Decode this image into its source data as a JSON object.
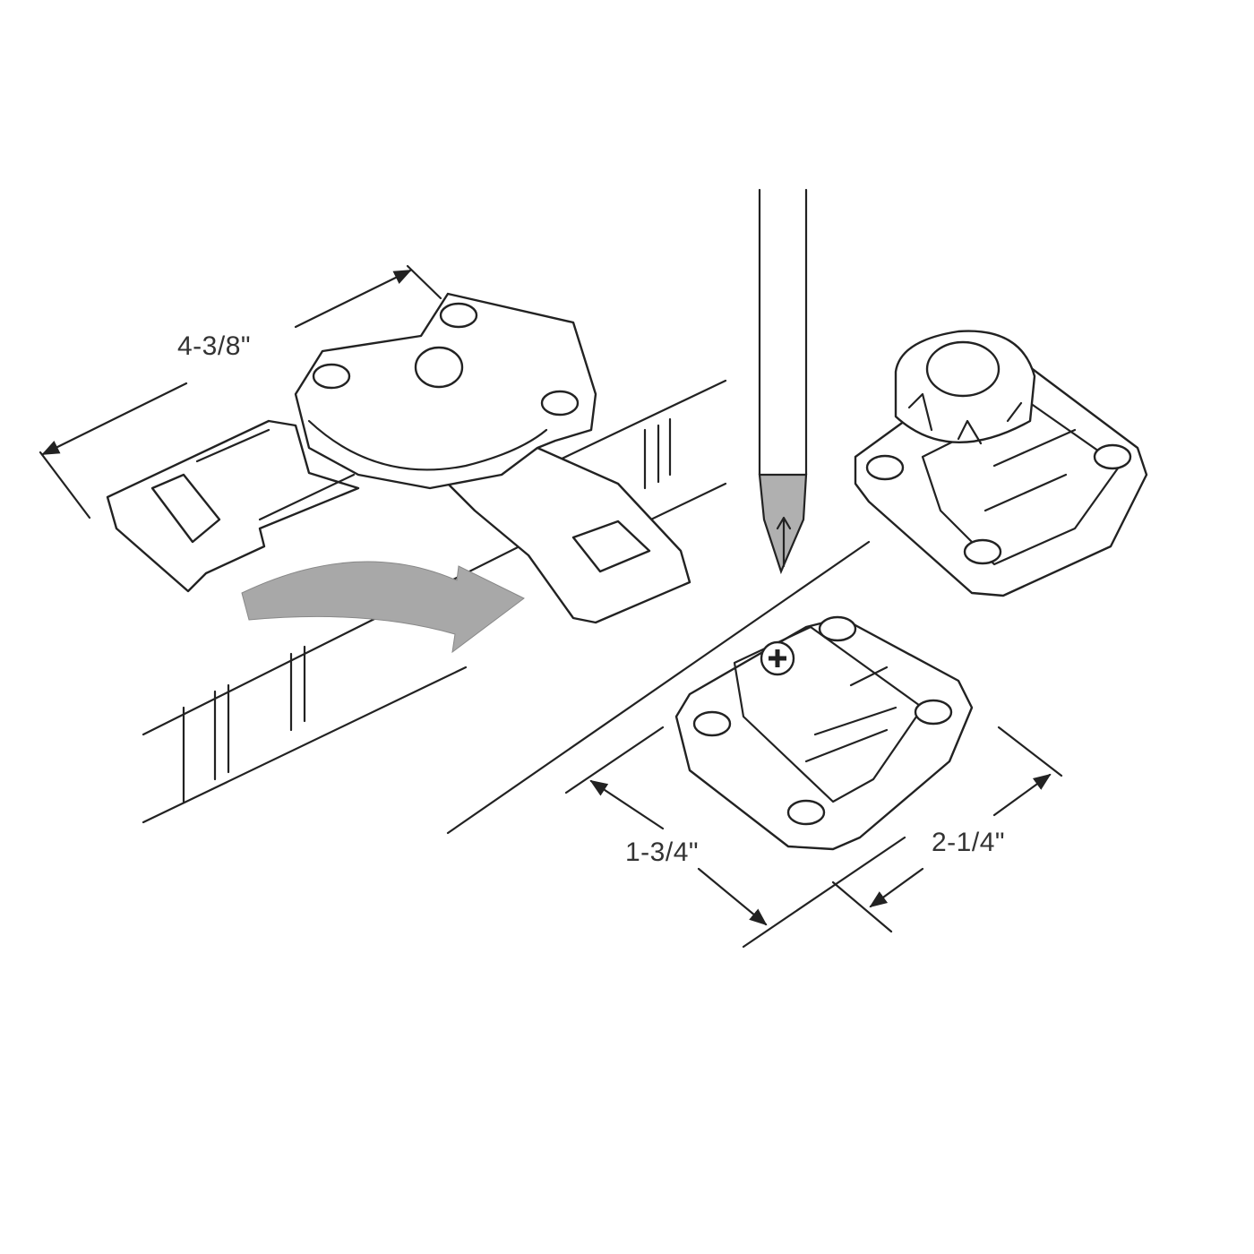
{
  "dimensions": {
    "latch_length": "4-3/8\"",
    "keeper_depth": "1-3/4\"",
    "keeper_width": "2-1/4\""
  },
  "colors": {
    "line": "#222222",
    "arrow_fill": "#a8a8a8",
    "screwdriver_tip": "#b0b0b0"
  }
}
